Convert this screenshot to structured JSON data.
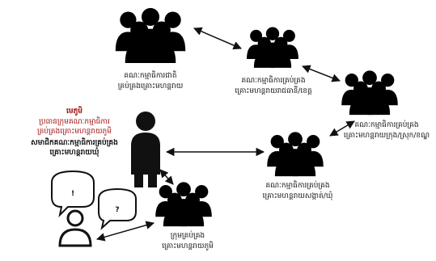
{
  "groups": {
    "national_committee": {
      "line1": "គណៈកម្មាធិការជាតិ",
      "line2": "គ្រប់គ្រងគ្រោះមហន្តរាយ"
    },
    "capital_provincial": {
      "line1": "គណៈកម្មាធិការគ្រប់គ្រង",
      "line2": "គ្រោះមហន្តរាយរាជធានី/ខេត្ត"
    },
    "municipal_district": {
      "line1": "គណៈកម្មាធិការគ្រប់គ្រង",
      "line2": "គ្រោះមហន្តរាយក្រុង/ស្រុក/ខណ្ឌ"
    },
    "commune_sangkat": {
      "line1": "គណៈកម្មាធិការគ្រប់គ្រង",
      "line2": "គ្រោះមហន្តរាយសង្កាត់/ឃុំ"
    },
    "village_team": {
      "line1": "ក្រុមគ្រប់គ្រង",
      "line2": "គ្រោះមហន្តរាយភូមិ"
    }
  },
  "village_chief": {
    "title": "មេភូមិ",
    "role1_line1": "ប្រធានក្រុមគណៈកម្មាធិការ",
    "role1_line2": "គ្រប់គ្រងគ្រោះមហន្តរាយភូមិ",
    "role2_line1": "សមាជិកគណៈកម្មាធិការគ្រប់គ្រង",
    "role2_line2": "គ្រោះមហន្តរាយឃុំ"
  },
  "speech": {
    "exclamation": "!",
    "question": "?"
  },
  "colors": {
    "ink": "#111111",
    "accent_red": "#a01010"
  },
  "icons": {
    "group": "people-group-icon",
    "person": "standing-person-icon",
    "citizen": "person-outline-icon"
  }
}
